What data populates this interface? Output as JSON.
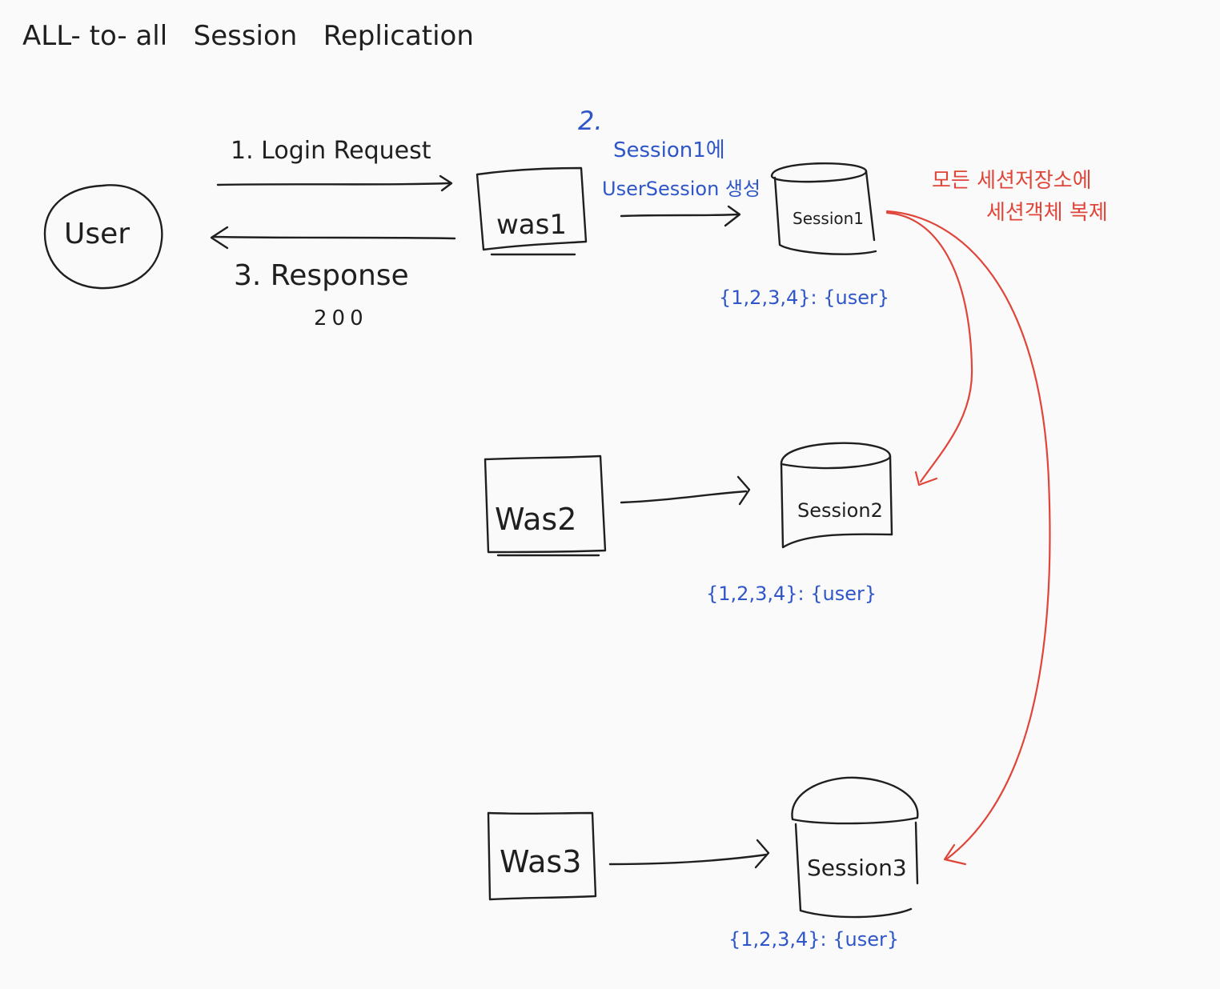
{
  "title": "ALL- to- all   Session   Replication",
  "nodes": {
    "user": "User",
    "was1": "was1",
    "was2": "Was2",
    "was3": "Was3",
    "session1": "Session1",
    "session2": "Session2",
    "session3": "Session3"
  },
  "arrows": {
    "login_request": "1. Login Request",
    "response_line1": "3. Response",
    "response_line2": "200",
    "step2_number": "2.",
    "step2_line1": "Session1에",
    "step2_line2": "UserSession 생성"
  },
  "session_values": {
    "session1": "{1,2,3,4}: {user}",
    "session2": "{1,2,3,4}: {user}",
    "session3": "{1,2,3,4}: {user}"
  },
  "replication_note": {
    "line1": "모든 세션저장소에",
    "line2": "세션객체 복제"
  },
  "colors": {
    "ink": "#1f1f1f",
    "blue_annotation": "#2f56c9",
    "red_annotation": "#e0453a"
  }
}
